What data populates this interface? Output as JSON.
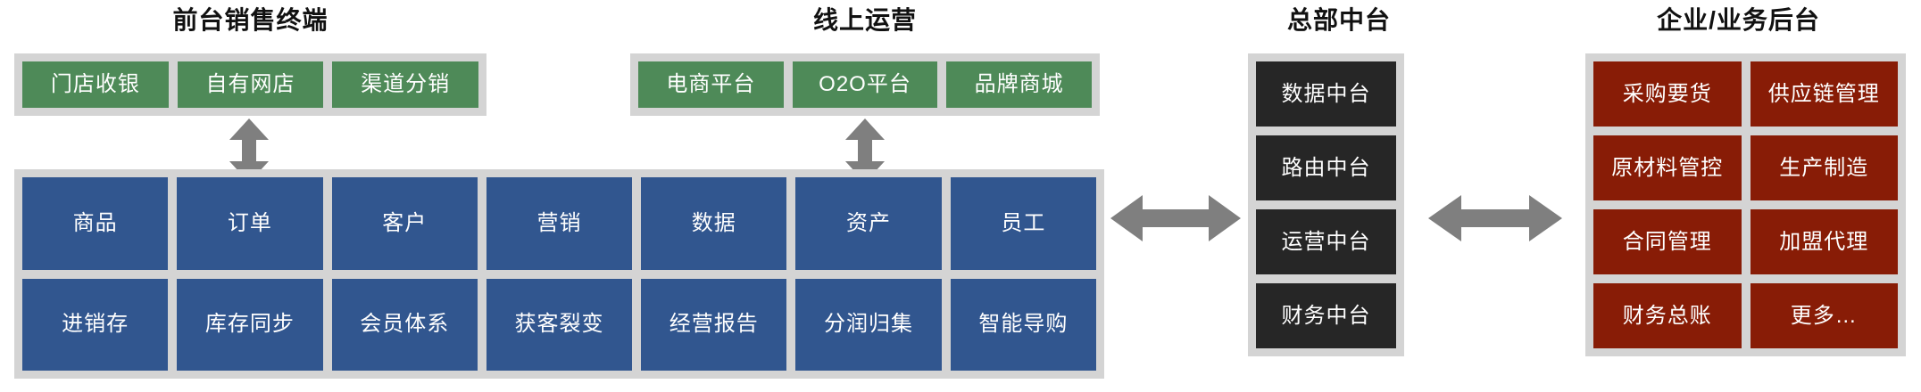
{
  "diagram": {
    "title_bar_color": "#d4d4d4",
    "colors": {
      "green": "#4e8a58",
      "blue": "#31568f",
      "dark": "#262626",
      "red": "#881c06",
      "panel_gray": "#d4d4d4",
      "arrow_gray": "#7f7f7f",
      "title_text": "#111111",
      "tile_text": "#ffffff",
      "background": "#ffffff"
    },
    "sections": {
      "frontend_sales": {
        "title": "前台销售终端",
        "tiles": [
          "门店收银",
          "自有网店",
          "渠道分销"
        ]
      },
      "online_operations": {
        "title": "线上运营",
        "tiles": [
          "电商平台",
          "O2O平台",
          "品牌商城"
        ]
      },
      "headquarters_midend": {
        "title": "总部中台",
        "tiles": [
          "数据中台",
          "路由中台",
          "运营中台",
          "财务中台"
        ]
      },
      "enterprise_backend": {
        "title": "企业/业务后台",
        "rows": [
          [
            "采购要货",
            "供应链管理"
          ],
          [
            "原材料管控",
            "生产制造"
          ],
          [
            "合同管理",
            "加盟代理"
          ],
          [
            "财务总账",
            "更多…"
          ]
        ]
      },
      "platform_capabilities": {
        "rows": [
          [
            "商品",
            "订单",
            "客户",
            "营销",
            "数据",
            "资产",
            "员工"
          ],
          [
            "进销存",
            "库存同步",
            "会员体系",
            "获客裂变",
            "经营报告",
            "分润归集",
            "智能导购"
          ]
        ]
      }
    },
    "arrows": [
      {
        "name": "arrow-frontend-to-platform",
        "orientation": "vertical"
      },
      {
        "name": "arrow-online-to-platform",
        "orientation": "vertical"
      },
      {
        "name": "arrow-platform-to-headquarters",
        "orientation": "horizontal"
      },
      {
        "name": "arrow-headquarters-to-backend",
        "orientation": "horizontal"
      }
    ]
  }
}
